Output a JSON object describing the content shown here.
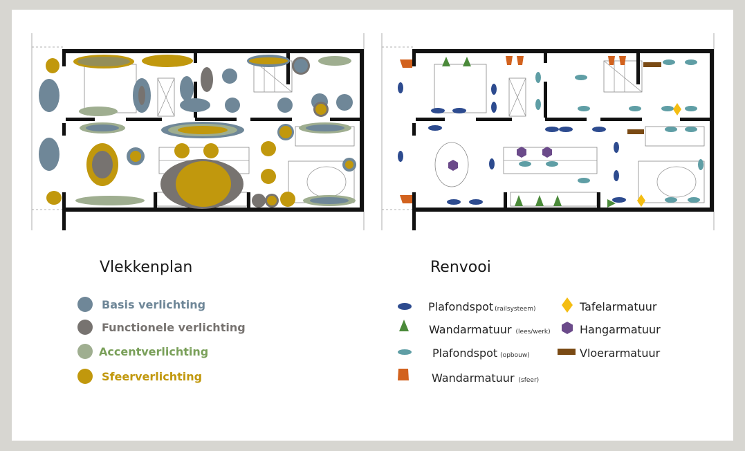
{
  "colors": {
    "basis": "#6f8798",
    "functioneel": "#777370",
    "accent": "#9fae90",
    "sfeer": "#c1980d",
    "plafondspot_rail": "#2d4b8f",
    "wandarmatuur_lees": "#4b8a3a",
    "plafondspot_opbouw": "#5f9ea5",
    "wandarmatuur_sfeer": "#d2621e",
    "tafelarmatuur": "#f4bd12",
    "hangarmatuur": "#6b4a8a",
    "vloerarmatuur": "#7a4a14"
  },
  "vlekkenplan": {
    "title": "Vlekkenplan",
    "items": [
      {
        "label": "Basis verlichting",
        "color": "#6f8798"
      },
      {
        "label": "Functionele verlichting",
        "color": "#777370"
      },
      {
        "label": "Accentverlichting",
        "color": "#9fae90"
      },
      {
        "label": "Sfeerverlichting",
        "color": "#c1980d"
      }
    ]
  },
  "renvooi": {
    "title": "Renvooi",
    "items": [
      {
        "label": "Plafondspot",
        "sub": "(railsysteem)",
        "symbol": "blue-ellipse"
      },
      {
        "label": "Wandarmatuur",
        "sub": "(lees/werk)",
        "symbol": "green-triangle"
      },
      {
        "label": "Plafondspot",
        "sub": "(opbouw)",
        "symbol": "teal-ellipse"
      },
      {
        "label": "Wandarmatuur",
        "sub": "(sfeer)",
        "symbol": "orange-trapezoid"
      },
      {
        "label": "Tafelarmatuur",
        "sub": "",
        "symbol": "yellow-diamond"
      },
      {
        "label": "Hangarmatuur",
        "sub": "",
        "symbol": "purple-hexagon"
      },
      {
        "label": "Vloerarmatuur",
        "sub": "",
        "symbol": "brown-bar"
      }
    ]
  }
}
